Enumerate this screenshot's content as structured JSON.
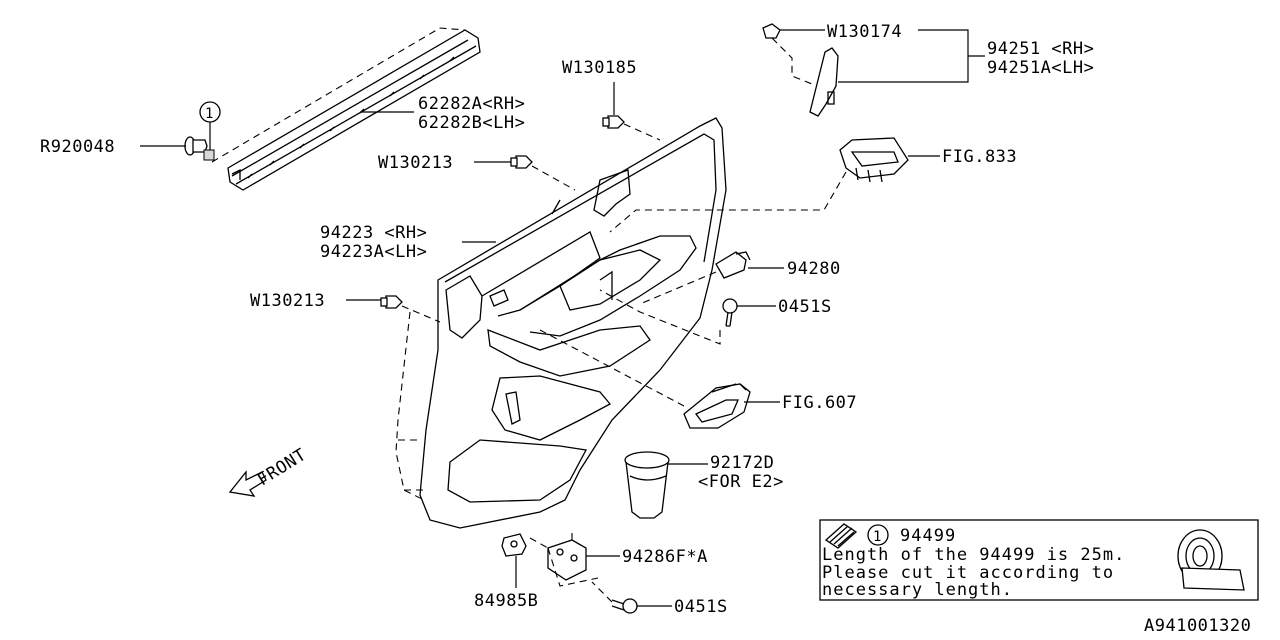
{
  "labels": {
    "w130174": "W130174",
    "p94251_rh": "94251 <RH>",
    "p94251a_lh": "94251A<LH>",
    "w130185": "W130185",
    "p62282a_rh": "62282A<RH>",
    "p62282b_lh": "62282B<LH>",
    "r920048": "R920048",
    "callout_1": "1",
    "w130213_top": "W130213",
    "fig833": "FIG.833",
    "p94223_rh": "94223 <RH>",
    "p94223a_lh": "94223A<LH>",
    "p94280": "94280",
    "w130213_mid": "W130213",
    "s0451_top": "0451S",
    "fig607": "FIG.607",
    "front": "FRONT",
    "p92172d": "92172D",
    "for_e2": "<FOR E2>",
    "p94286f": "94286F*A",
    "p84985b": "84985B",
    "s0451_bottom": "0451S",
    "diagram_id": "A941001320"
  },
  "note_box": {
    "callout": "1",
    "part": "94499",
    "line1": "Length of the 94499 is 25m.",
    "line2": "Please cut it according to",
    "line3": "necessary length."
  }
}
